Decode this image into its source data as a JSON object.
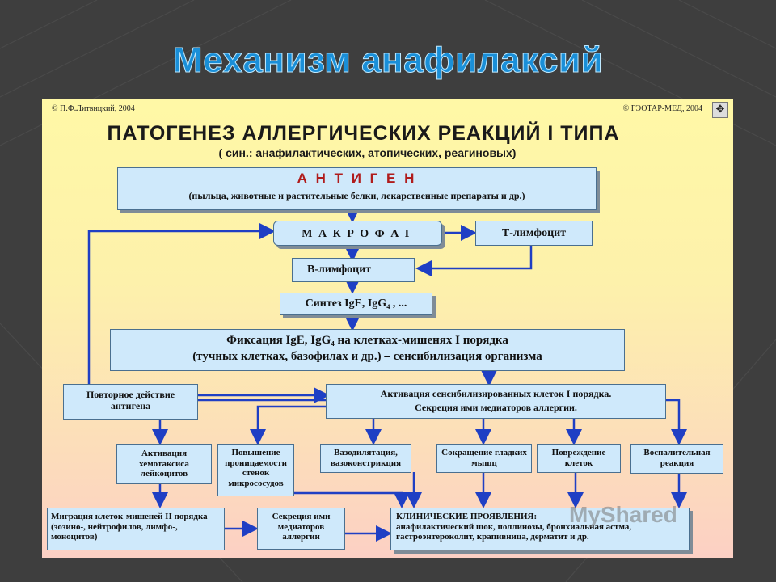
{
  "slide": {
    "title": "Механизм анафилаксий"
  },
  "panel": {
    "copyright_left": "© П.Ф.Литвицкий, 2004",
    "copyright_right": "© ГЭОТАР-МЕД, 2004",
    "main_title": "ПАТОГЕНЕЗ  АЛЛЕРГИЧЕСКИХ  РЕАКЦИЙ  I  ТИПА",
    "subtitle": "( син.: анафилактических, атопических, реагиновых)",
    "watermark": "MyShared"
  },
  "nodes": {
    "antigen_title": "А Н Т И Г Е Н",
    "antigen_desc": "(пыльца, животные и растительные белки, лекарственные препараты и др.)",
    "macrophage": "М А К Р О Ф А Г",
    "t_lymph": "Т-лимфоцит",
    "b_lymph": "В-лимфоцит",
    "synthesis": "Синтез  IgE, IgG₄ , ...",
    "fixation_1": "Фиксация IgE, IgG₄   на клетках-мишенях I порядка",
    "fixation_2": "(тучных клетках, базофилах и др.) – сенсибилизация организма",
    "repeat_1": "Повторное действие",
    "repeat_2": "антигена",
    "activation_1": "Активация сенсибилизированных клеток I порядка.",
    "activation_2": "Секреция ими медиаторов аллергии.",
    "chemotaxis": "Активация хемотаксиса лейкоцитов",
    "permeability": "Повышение проницаемости стенок микрососудов",
    "vaso": "Вазодилятация, вазоконстрикция",
    "smooth": "Сокращение гладких мышц",
    "damage": "Повреждение клеток",
    "inflammation": "Воспалительная реакция",
    "migration": "Миграция клеток-мишеней II порядка (эозино-, нейтрофилов, лимфо-, моноцитов)",
    "secretion": "Секреция ими медиаторов аллергии",
    "clinical_title": "КЛИНИЧЕСКИЕ ПРОЯВЛЕНИЯ:",
    "clinical_desc": "анафилактический шок, поллинозы, бронхиальная астма, гастроэнтероколит, крапивница, дерматит и др."
  },
  "colors": {
    "box_fill": "#cfe9fb",
    "arrow": "#1f3fc4",
    "antigen_text": "#b01c1c",
    "title": "#1a8fd8"
  }
}
